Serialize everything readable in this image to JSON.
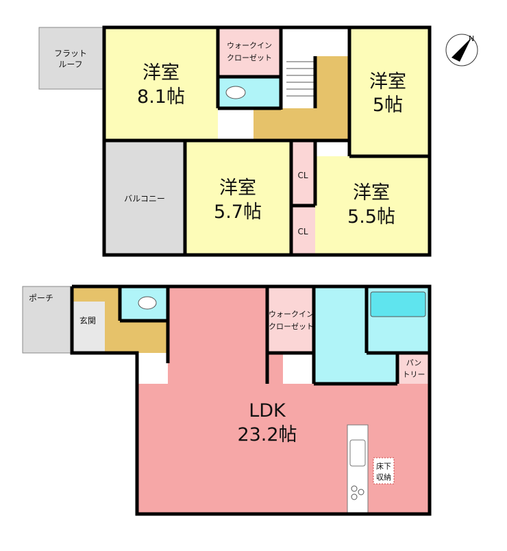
{
  "colors": {
    "room": "#fdfcb8",
    "closet": "#fbd6d6",
    "water": "#b0f4f8",
    "floor": "#e6c26a",
    "ldk": "#f6a7a7",
    "exterior": "#dcdcdc",
    "wall": "#000000"
  },
  "compass": {
    "label": "N",
    "icon": "compass-north-icon"
  },
  "upper": {
    "flat_roof": "フラットルーフ",
    "flat_roof_l1": "フラット",
    "flat_roof_l2": "ルーフ",
    "balcony": "バルコニー",
    "room1": {
      "name": "洋室",
      "size": "8.1帖"
    },
    "room2": {
      "name": "洋室",
      "size": "5帖"
    },
    "room3": {
      "name": "洋室",
      "size": "5.7帖"
    },
    "room4": {
      "name": "洋室",
      "size": "5.5帖"
    },
    "wic_l1": "ウォークイン",
    "wic_l2": "クローゼット",
    "cl1": "CL",
    "cl2": "CL"
  },
  "lower": {
    "porch": "ポーチ",
    "entrance": "玄関",
    "ldk": {
      "name": "LDK",
      "size": "23.2帖"
    },
    "wic_l1": "ウォークイン",
    "wic_l2": "クローゼット",
    "pantry_l1": "パン",
    "pantry_l2": "トリー",
    "underfloor_l1": "床下",
    "underfloor_l2": "収納"
  }
}
